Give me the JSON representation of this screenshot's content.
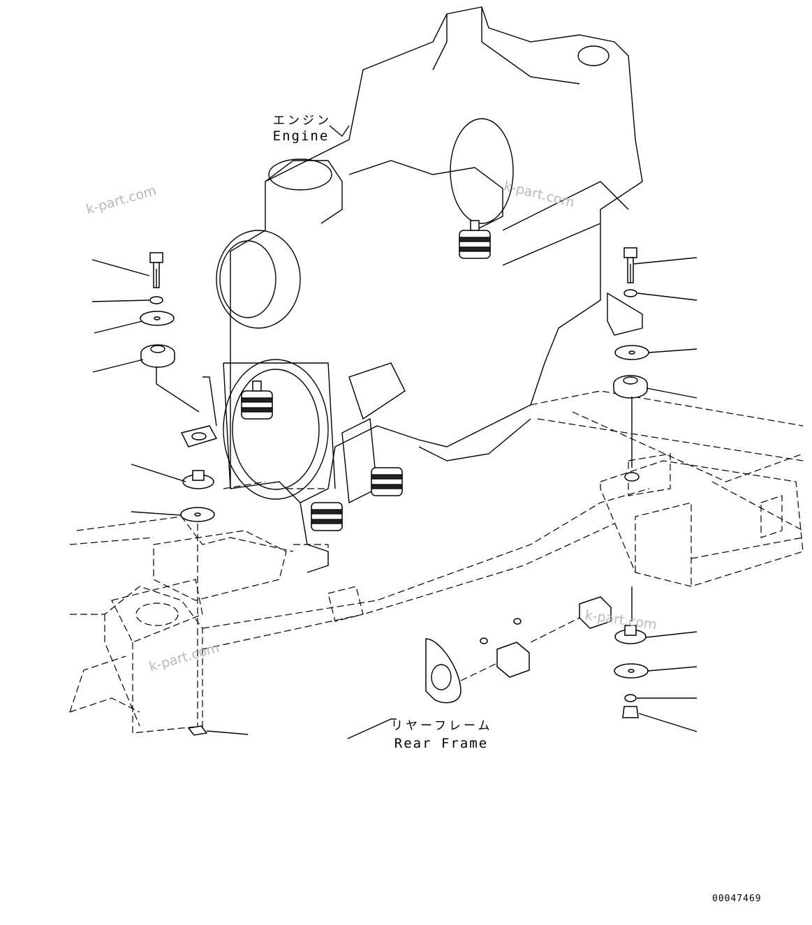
{
  "labels": {
    "engine_jp": "エンジン",
    "engine_en": "Engine",
    "rear_frame_jp": "リヤーフレーム",
    "rear_frame_en": "Rear Frame"
  },
  "watermarks": [
    "k-part.com",
    "k-part.com",
    "k-part.com",
    "k-part.com"
  ],
  "drawing_number": "00047469",
  "colors": {
    "line": "#000000",
    "background": "#ffffff",
    "watermark": "#b9b9b9"
  }
}
